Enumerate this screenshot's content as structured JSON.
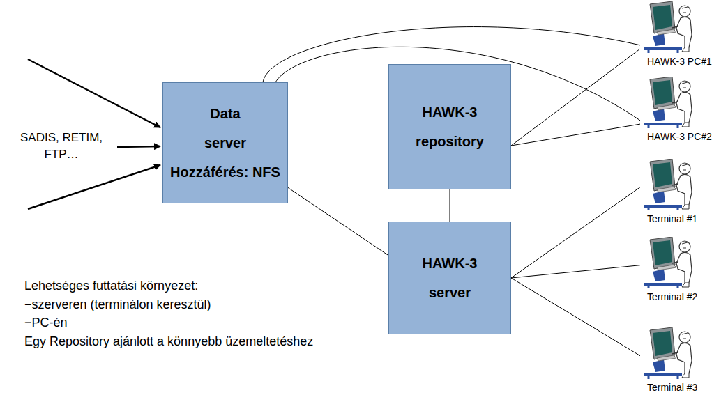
{
  "diagram": {
    "nodes": [
      {
        "text": [
          "Data server",
          "Hozzáférés: NFS"
        ]
      },
      {
        "text": [
          "HAWK-3 repository"
        ]
      },
      {
        "text": [
          "HAWK-3 server"
        ]
      },
      {
        "text": [
          "HAWK-3 PC#1"
        ]
      },
      {
        "text": [
          "HAWK-3 PC#2"
        ]
      },
      {
        "text": [
          "Terminal #1"
        ]
      },
      {
        "text": [
          "Terminal #2"
        ]
      },
      {
        "text": [
          "Terminal #3"
        ]
      }
    ],
    "edges": [
      {
        "from": 0,
        "to": 3,
        "arrow": "none"
      },
      {
        "from": 0,
        "to": 4,
        "arrow": "none"
      },
      {
        "from": 1,
        "to": 3,
        "arrow": "none"
      },
      {
        "from": 1,
        "to": 4,
        "arrow": "none"
      },
      {
        "from": 0,
        "to": 2,
        "arrow": "none"
      },
      {
        "from": 1,
        "to": 2,
        "arrow": "none"
      },
      {
        "from": 2,
        "to": 5,
        "arrow": "none"
      },
      {
        "from": 2,
        "to": 6,
        "arrow": "none"
      },
      {
        "from": 2,
        "to": 7,
        "arrow": "none"
      }
    ],
    "labels": [
      "SADIS, RETIM, FTP…",
      "Lehetséges futtatási környezet:",
      "−szerveren (terminálon keresztül)",
      "−PC-én",
      "Egy Repository ajánlott a könnyebb üzemeltetéshez"
    ]
  }
}
